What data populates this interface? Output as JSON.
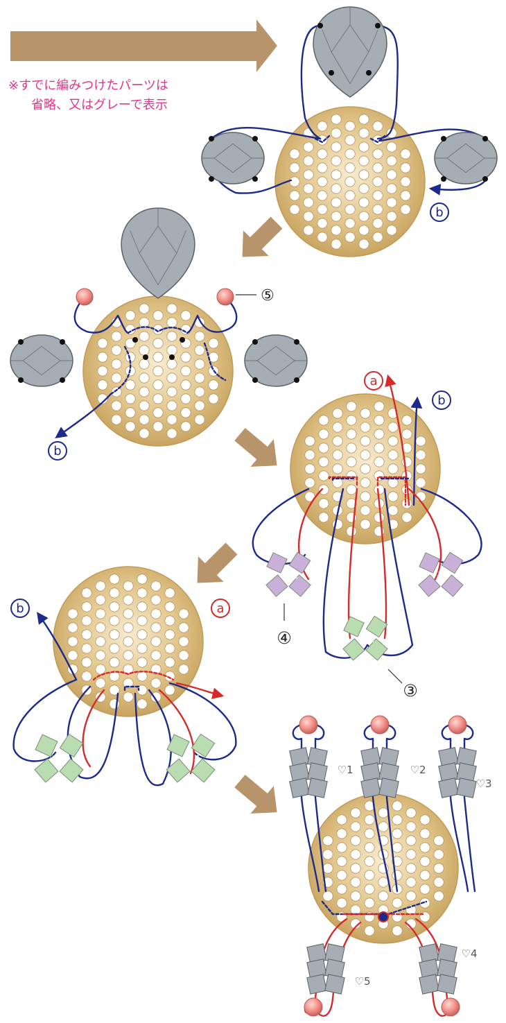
{
  "note": {
    "line1": "※すでに編みつけたパーツは",
    "line2": "省略、又はグレーで表示"
  },
  "labels": {
    "b": "b",
    "a": "a",
    "num3": "③",
    "num4": "④",
    "num5": "⑤",
    "h1": "♡1",
    "h2": "♡2",
    "h3": "♡3",
    "h4": "♡4",
    "h5": "♡5"
  },
  "colors": {
    "arrow": "#b8946a",
    "thread_blue": "#1c2a8c",
    "thread_red": "#d42a2a",
    "disc_gold": "#d8b878",
    "stone_gray": "#a7adb4",
    "pearl_pink": "#f09a94",
    "petal_purple": "#c9b0d8",
    "petal_green": "#b9dcb0",
    "note_pink": "#e6338a"
  }
}
